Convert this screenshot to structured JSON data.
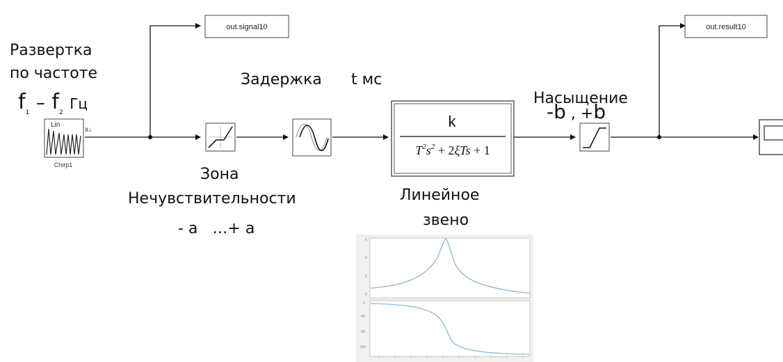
{
  "source": {
    "title_line1": "Развертка",
    "title_line2": "по частоте",
    "freq_from": "f",
    "freq_from_sub": "1",
    "freq_dash": "–",
    "freq_to": "f",
    "freq_to_sub": "2",
    "freq_unit": "Гц",
    "block_icon_text": "Lin",
    "block_port_text": "x↓",
    "block_name": "Chirp1"
  },
  "outputs": {
    "signal": "out.signal10",
    "result": "out.result10"
  },
  "dead_zone": {
    "label_line1": "Зона",
    "label_line2": "Нечувствительности",
    "range": "- a   …+ a"
  },
  "delay": {
    "label": "Задержка",
    "value": "t мс"
  },
  "linear": {
    "numerator": "k",
    "label_line1": "Линейное",
    "label_line2": "звено"
  },
  "saturation": {
    "label": "Насыщение",
    "neg": "-b",
    "sep": " , +",
    "pos": "b"
  }
}
